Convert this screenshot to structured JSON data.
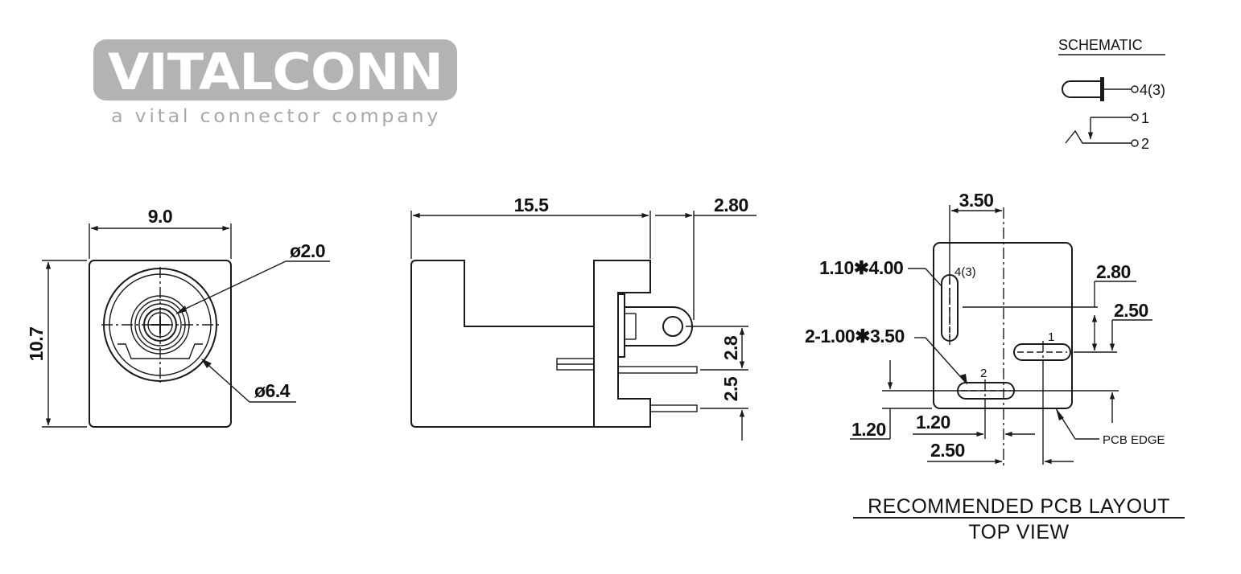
{
  "logo": {
    "name": "VITALCONN",
    "tagline": "a vital connector company",
    "plate_color": "#b3b3b3",
    "tagline_color": "#a8a8a8"
  },
  "schematic": {
    "title": "SCHEMATIC",
    "pins": [
      "4(3)",
      "1",
      "2"
    ]
  },
  "front_view": {
    "width": "9.0",
    "height": "10.7",
    "pin_diameter": "ø2.0",
    "outer_diameter": "ø6.4"
  },
  "side_view": {
    "length": "15.5",
    "front_offset": "2.80",
    "pin_pitch_upper": "2.8",
    "pin_pitch_lower": "2.5"
  },
  "pcb_layout": {
    "slot_size_1": "1.10✱4.00",
    "slot_size_2": "2-1.00✱3.50",
    "pin_label_top": "4(3)",
    "pin_label_1": "1",
    "pin_label_2": "2",
    "dim_top": "3.50",
    "dim_right_1": "2.80",
    "dim_right_2": "2.50",
    "dim_left": "1.20",
    "dim_bottom_1": "1.20",
    "dim_bottom_2": "2.50",
    "edge_label": "PCB  EDGE",
    "title": "RECOMMENDED  PCB  LAYOUT",
    "subtitle": "TOP  VIEW"
  }
}
